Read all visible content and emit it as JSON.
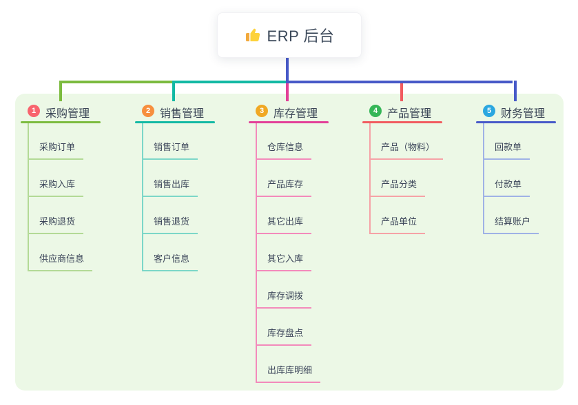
{
  "root": {
    "title": "ERP 后台",
    "icon": "thumbs-up-icon",
    "line_color": "#4759c8",
    "card_bg": "#ffffff",
    "text_color": "#3b4859"
  },
  "panel_bg": "#ecf8e6",
  "canvas_bg": "#ffffff",
  "branches": [
    {
      "number": "1",
      "title": "采购管理",
      "badge_color": "#f8646e",
      "line_color": "#7cbb3f",
      "light_color": "#b3da96",
      "children": [
        "采购订单",
        "采购入库",
        "采购退货",
        "供应商信息"
      ]
    },
    {
      "number": "2",
      "title": "销售管理",
      "badge_color": "#f78f3e",
      "line_color": "#13b9a4",
      "light_color": "#7cd7c8",
      "children": [
        "销售订单",
        "销售出库",
        "销售退货",
        "客户信息"
      ]
    },
    {
      "number": "3",
      "title": "库存管理",
      "badge_color": "#f0a824",
      "line_color": "#e23f98",
      "light_color": "#f38abb",
      "children": [
        "仓库信息",
        "产品库存",
        "其它出库",
        "其它入库",
        "库存调拨",
        "库存盘点",
        "出库库明细"
      ]
    },
    {
      "number": "4",
      "title": "产品管理",
      "badge_color": "#35b657",
      "line_color": "#f15b5f",
      "light_color": "#f6a2a6",
      "children": [
        "产品（物料）",
        "产品分类",
        "产品单位"
      ]
    },
    {
      "number": "5",
      "title": "财务管理",
      "badge_color": "#2ba7e0",
      "line_color": "#4759c8",
      "light_color": "#9fb2e6",
      "children": [
        "回款单",
        "付款单",
        "结算账户"
      ]
    }
  ]
}
